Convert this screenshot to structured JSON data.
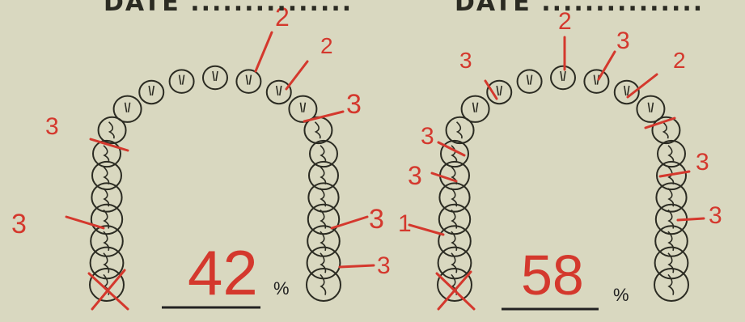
{
  "header": {
    "left_date": "DATE ...............",
    "right_date": "DATE ..............."
  },
  "colors": {
    "paper": "#d9d8c0",
    "ink": "#2b2b22",
    "annotation": "#d4382d"
  },
  "charts": {
    "left": {
      "score": "42",
      "percent_symbol": "%",
      "marks": [
        "2",
        "2",
        "3",
        "3",
        "3",
        "3",
        "3"
      ]
    },
    "right": {
      "score": "58",
      "percent_symbol": "%",
      "marks": [
        "2",
        "3",
        "2",
        "3",
        "3",
        "3",
        "1",
        "3",
        "3"
      ]
    }
  }
}
